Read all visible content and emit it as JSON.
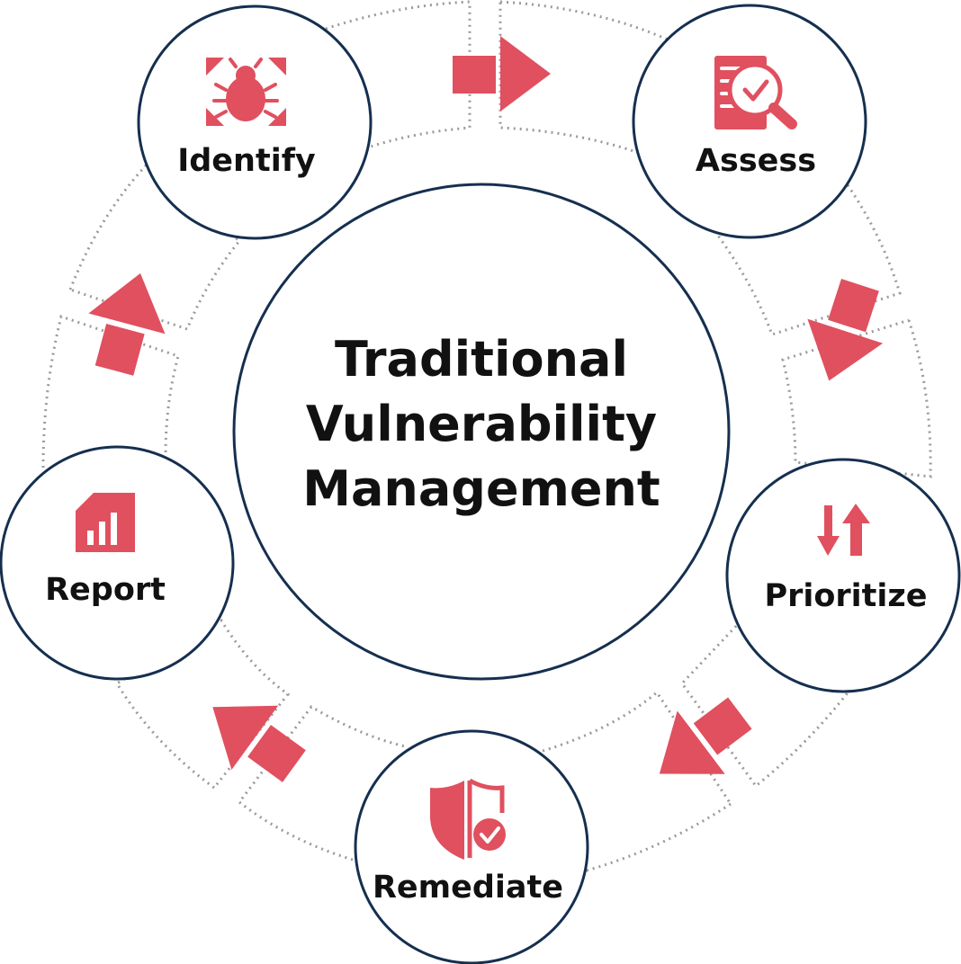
{
  "diagram": {
    "center": {
      "lines": [
        "Traditional",
        "Vulnerability",
        "Management"
      ]
    },
    "nodes": [
      {
        "label": "Identify",
        "icon": "bug-scan-icon"
      },
      {
        "label": "Assess",
        "icon": "document-magnifier-check-icon"
      },
      {
        "label": "Prioritize",
        "icon": "sort-arrows-icon"
      },
      {
        "label": "Remediate",
        "icon": "shield-check-icon"
      },
      {
        "label": "Report",
        "icon": "bar-chart-report-icon"
      }
    ],
    "colors": {
      "accent": "#E0505F",
      "circle_stroke": "#152F4F",
      "ring_dots": "#9A9A9A",
      "text": "#111111"
    }
  }
}
